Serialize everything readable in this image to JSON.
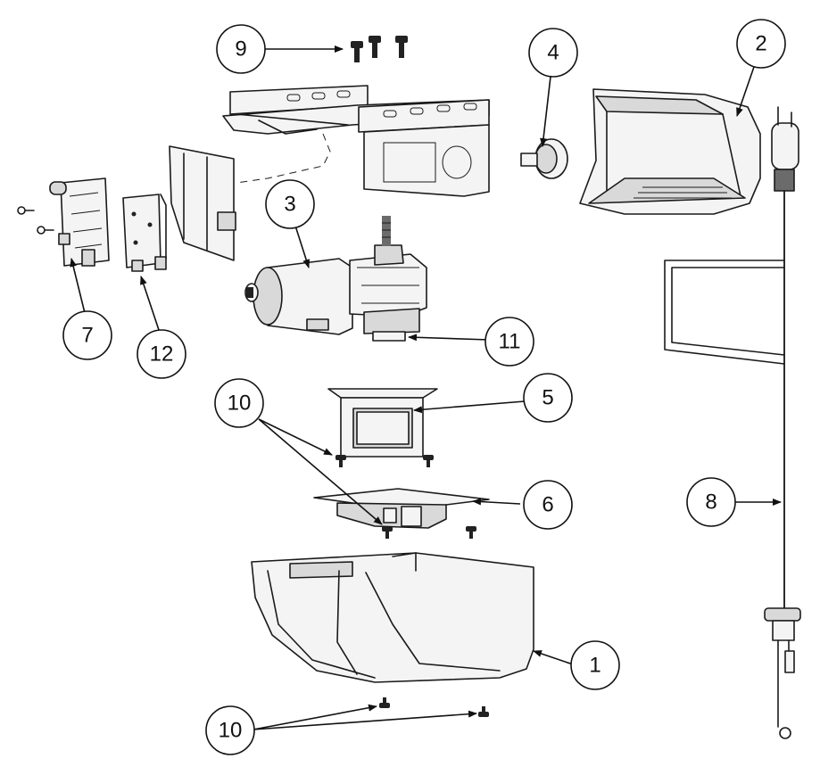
{
  "callouts": [
    {
      "id": "c9",
      "label": "9"
    },
    {
      "id": "c4",
      "label": "4"
    },
    {
      "id": "c2",
      "label": "2"
    },
    {
      "id": "c3",
      "label": "3"
    },
    {
      "id": "c7",
      "label": "7"
    },
    {
      "id": "c12",
      "label": "12"
    },
    {
      "id": "c11",
      "label": "11"
    },
    {
      "id": "c10a",
      "label": "10"
    },
    {
      "id": "c5",
      "label": "5"
    },
    {
      "id": "c8",
      "label": "8"
    },
    {
      "id": "c6",
      "label": "6"
    },
    {
      "id": "c1",
      "label": "1"
    },
    {
      "id": "c10b",
      "label": "10"
    }
  ],
  "parts": {
    "screws_9": "screws",
    "light_socket_4": "light-socket",
    "end_cover_2": "end-cover",
    "chassis": "mounting-chassis",
    "motor_3": "motor",
    "logic_board_7": "logic-board",
    "bracket_12": "bracket",
    "gear_assembly_11": "gear-assembly",
    "lens_5": "lens",
    "receiver_board_6": "receiver-board",
    "cover_1": "main-cover",
    "power_cord_8": "power-cord"
  }
}
